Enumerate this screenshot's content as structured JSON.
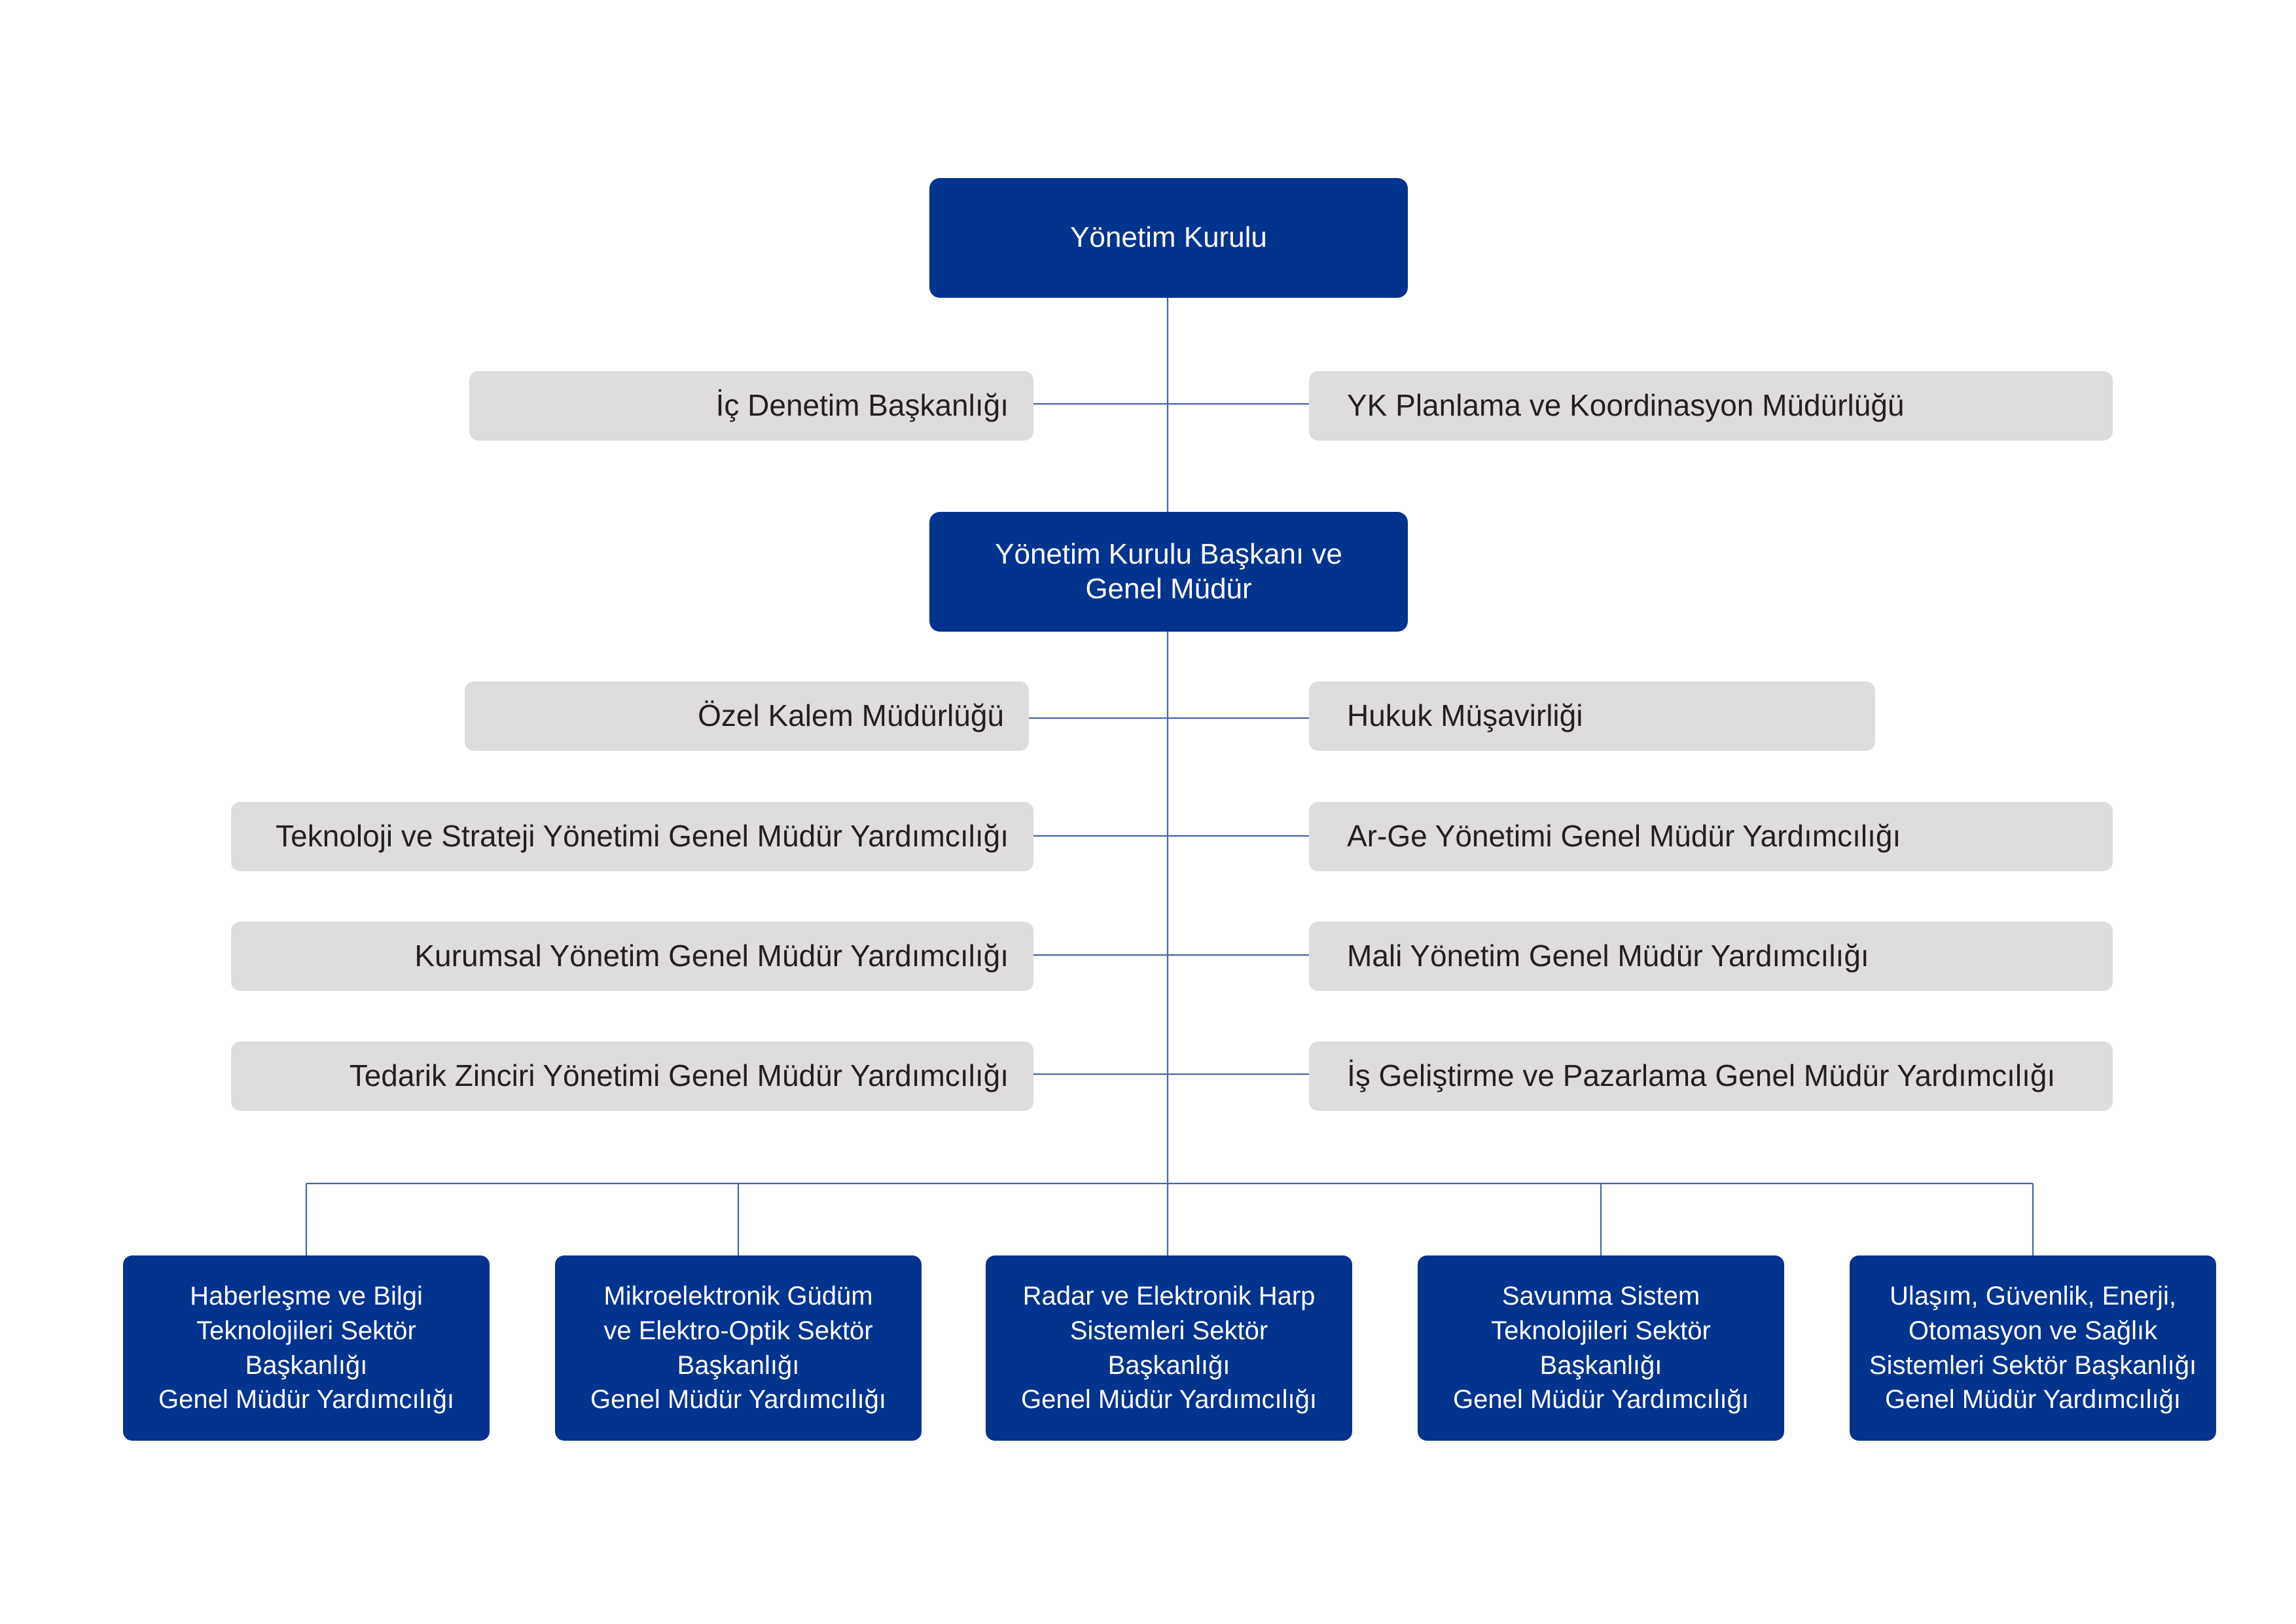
{
  "chart_data": {
    "type": "org-chart",
    "root": {
      "label": "Yönetim Kurulu"
    },
    "board_units": {
      "left": "İç Denetim Başkanlığı",
      "right": "YK Planlama ve Koordinasyon Müdürlüğü"
    },
    "chairman": {
      "label": "Yönetim Kurulu Başkanı ve\nGenel Müdür"
    },
    "staff_units": [
      {
        "left": "Özel Kalem Müdürlüğü",
        "right": "Hukuk Müşavirliği"
      },
      {
        "left": "Teknoloji ve Strateji Yönetimi Genel Müdür Yardımcılığı",
        "right": "Ar-Ge Yönetimi Genel Müdür Yardımcılığı"
      },
      {
        "left": "Kurumsal Yönetim Genel Müdür Yardımcılığı",
        "right": "Mali Yönetim Genel Müdür Yardımcılığı"
      },
      {
        "left": "Tedarik Zinciri Yönetimi  Genel Müdür Yardımcılığı",
        "right": "İş Geliştirme ve Pazarlama  Genel Müdür Yardımcılığı"
      }
    ],
    "sectors": [
      {
        "label": "Haberleşme ve Bilgi\nTeknolojileri Sektör\nBaşkanlığı\nGenel Müdür Yardımcılığı"
      },
      {
        "label": "Mikroelektronik Güdüm\nve Elektro-Optik Sektör\nBaşkanlığı\nGenel Müdür Yardımcılığı"
      },
      {
        "label": "Radar ve Elektronik Harp\nSistemleri Sektör\nBaşkanlığı\nGenel Müdür Yardımcılığı"
      },
      {
        "label": "Savunma Sistem\nTeknolojileri Sektör\nBaşkanlığı\nGenel Müdür Yardımcılığı"
      },
      {
        "label": "Ulaşım, Güvenlik, Enerji,\nOtomasyon ve Sağlık\nSistemleri Sektör Başkanlığı\nGenel Müdür Yardımcılığı"
      }
    ]
  },
  "colors": {
    "primary_box": "#02338f",
    "secondary_box": "#dedcdd",
    "connector": "#4a64a8",
    "primary_text": "#ffffff",
    "secondary_text": "#231f20"
  }
}
